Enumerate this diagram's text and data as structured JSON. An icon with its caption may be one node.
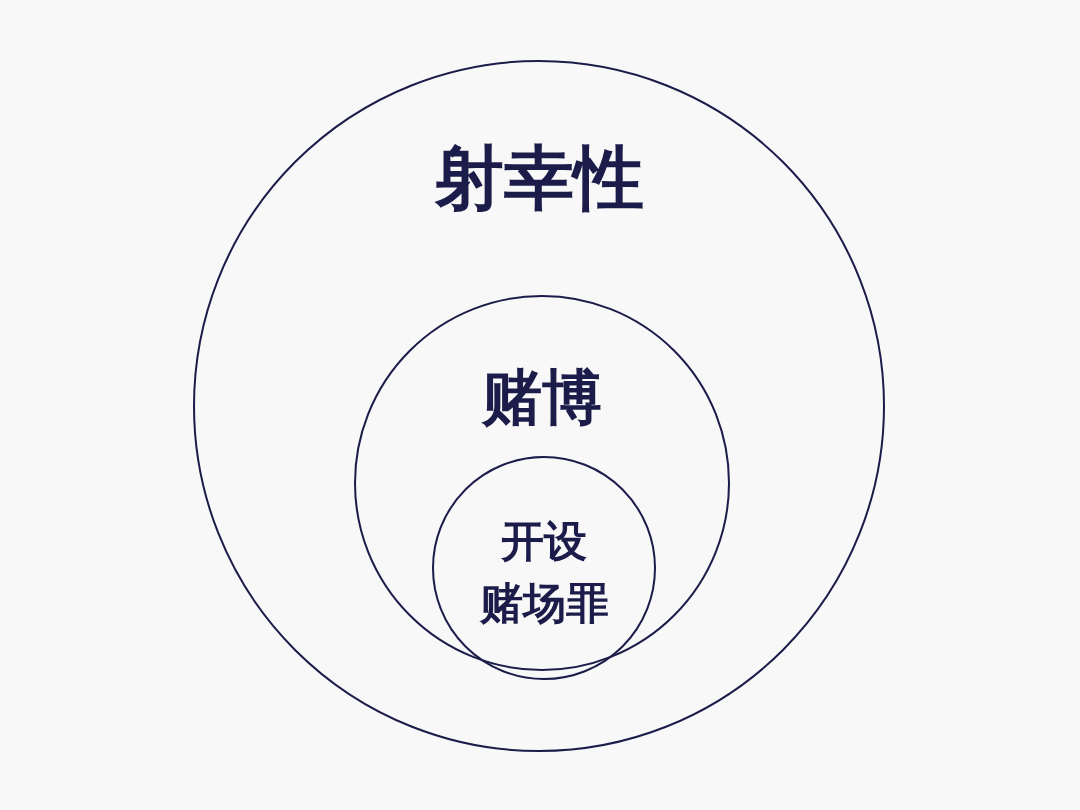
{
  "diagram": {
    "nodes": [
      {
        "text": [
          "射幸性"
        ]
      },
      {
        "text": [
          "赌博"
        ],
        "in": 0
      },
      {
        "text": [
          "开设赌场罪"
        ],
        "in": 1
      }
    ]
  }
}
